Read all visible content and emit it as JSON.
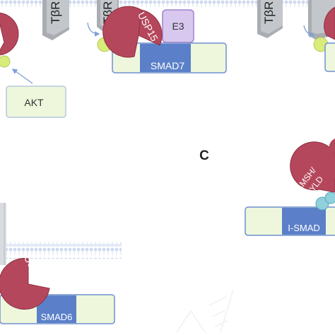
{
  "labels": {
    "receptor": "TβR",
    "usp15": "USP15",
    "e3": "E3",
    "smad7": "SMAD7",
    "akt": "AKT",
    "panel": "C",
    "amsh_cyld_line1": "AMSH/",
    "amsh_cyld_line2": "CYLD",
    "ismad": "I-SMAD",
    "smad6": "SMAD6"
  },
  "colors": {
    "enzyme": "#b5475c",
    "enzyme_edge": "#8e2f43",
    "ubiquitin": "#8fd0dc",
    "phosphate": "#d8ec7a",
    "smad_fill": "#eef7dc",
    "smad_domain": "#5b80c9",
    "e3_fill": "#d8c8ef",
    "akt_fill": "#eef7dc",
    "membrane": "#cdd9ef",
    "receptor": "#a9adb2",
    "arrow": "#7f9fd8"
  },
  "icons": {
    "deubiquitinase": "pacman-shape",
    "ubiquitin": "circle",
    "phosphate": "circle",
    "activation_arrow": "curved-arrow"
  }
}
